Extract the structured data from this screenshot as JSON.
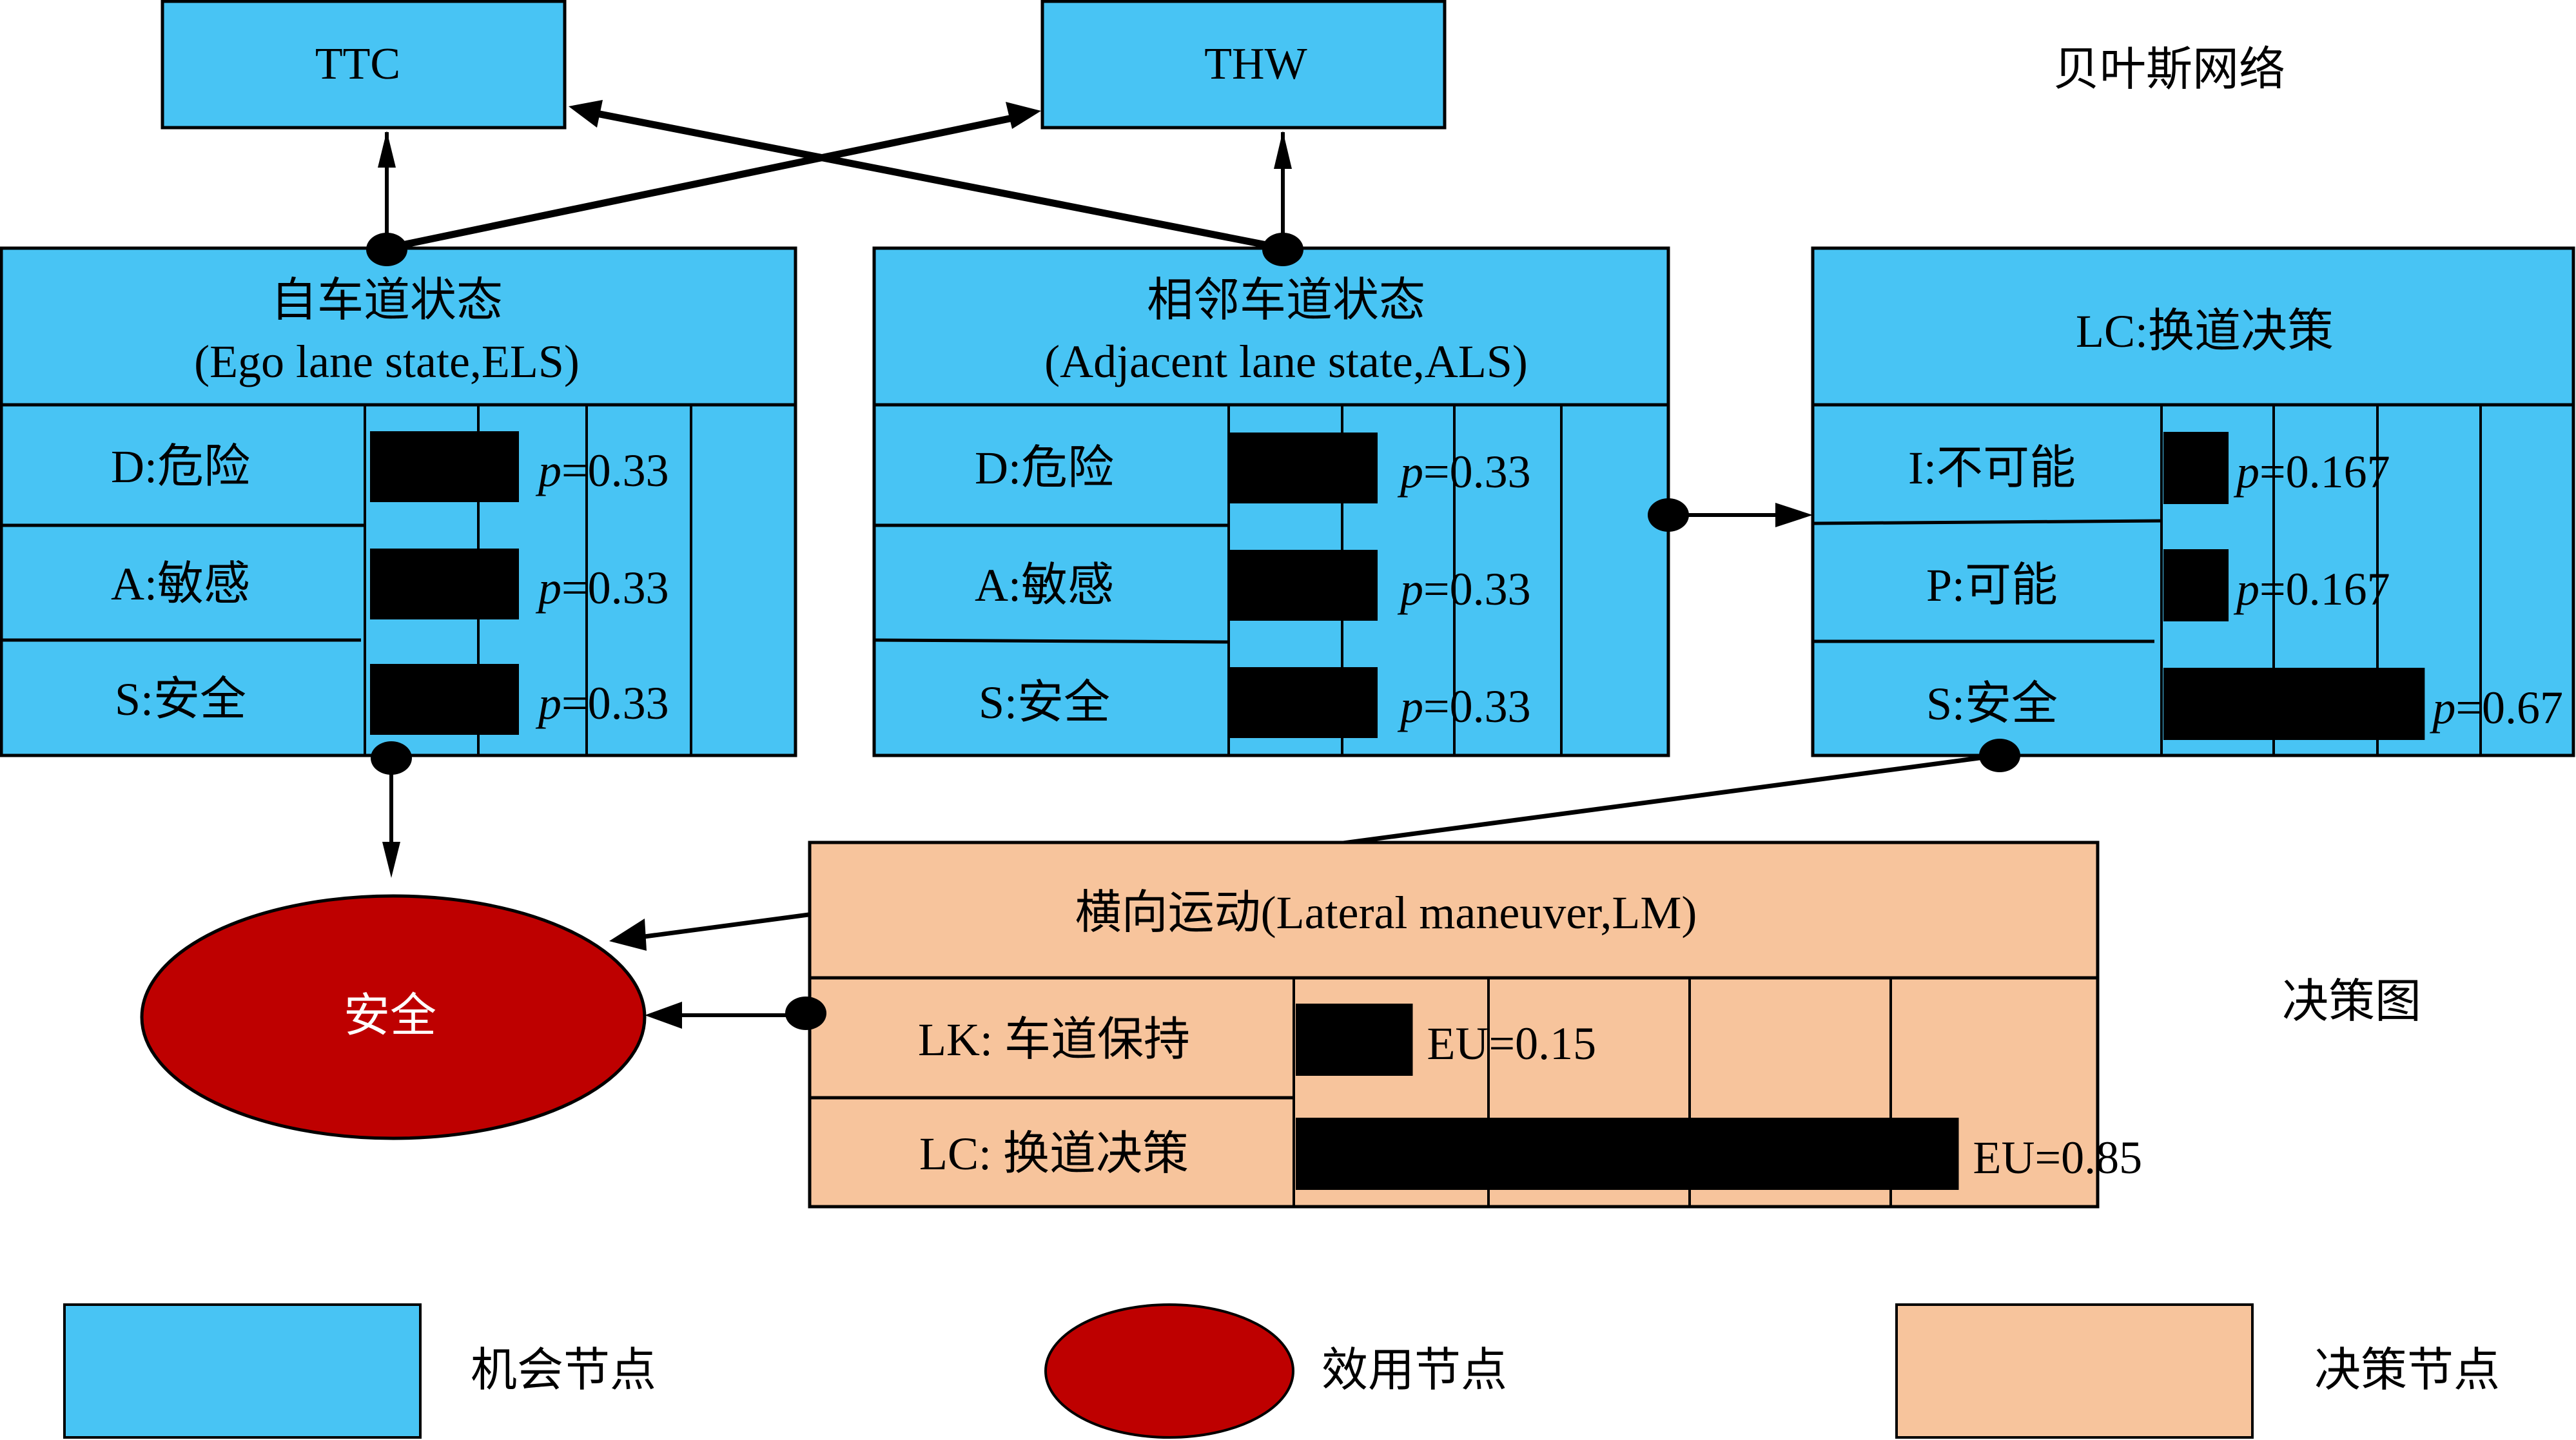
{
  "colors": {
    "chance_fill": "#48C4F4",
    "utility_fill": "#BE0000",
    "decision_fill": "#F7C49C",
    "stroke": "#000000",
    "bar": "#000000",
    "utility_text": "#FFFFFF"
  },
  "section_labels": {
    "bayes_network": "贝叶斯网络",
    "decision_graph": "决策图"
  },
  "nodes": {
    "ttc": {
      "label": "TTC"
    },
    "thw": {
      "label": "THW"
    },
    "els": {
      "title_cn": "自车道状态",
      "title_en": "(Ego lane state,ELS)",
      "states": [
        {
          "label": "D:危险",
          "value": 0.33,
          "value_text": "0.33"
        },
        {
          "label": "A:敏感",
          "value": 0.33,
          "value_text": "0.33"
        },
        {
          "label": "S:安全",
          "value": 0.33,
          "value_text": "0.33"
        }
      ]
    },
    "als": {
      "title_cn": "相邻车道状态",
      "title_en": "(Adjacent lane state,ALS)",
      "states": [
        {
          "label": "D:危险",
          "value": 0.33,
          "value_text": "0.33"
        },
        {
          "label": "A:敏感",
          "value": 0.33,
          "value_text": "0.33"
        },
        {
          "label": "S:安全",
          "value": 0.33,
          "value_text": "0.33"
        }
      ]
    },
    "lc": {
      "title": "LC:换道决策",
      "states": [
        {
          "label": "I:不可能",
          "value": 0.167,
          "value_text": "0.167"
        },
        {
          "label": "P:可能",
          "value": 0.167,
          "value_text": "0.167"
        },
        {
          "label": "S:安全",
          "value": 0.67,
          "value_text": "0.67"
        }
      ]
    },
    "lm": {
      "title": "横向运动(Lateral maneuver,LM)",
      "options": [
        {
          "label": "LK: 车道保持",
          "value": 0.15,
          "value_text": "EU=0.15"
        },
        {
          "label": "LC: 换道决策",
          "value": 0.85,
          "value_text": "EU=0.85"
        }
      ]
    },
    "safety": {
      "label": "安全"
    }
  },
  "prob_prefix": "p",
  "prob_eq": "=",
  "legend": [
    {
      "kind": "chance",
      "label": "机会节点"
    },
    {
      "kind": "utility",
      "label": "效用节点"
    },
    {
      "kind": "decision",
      "label": "决策节点"
    }
  ]
}
